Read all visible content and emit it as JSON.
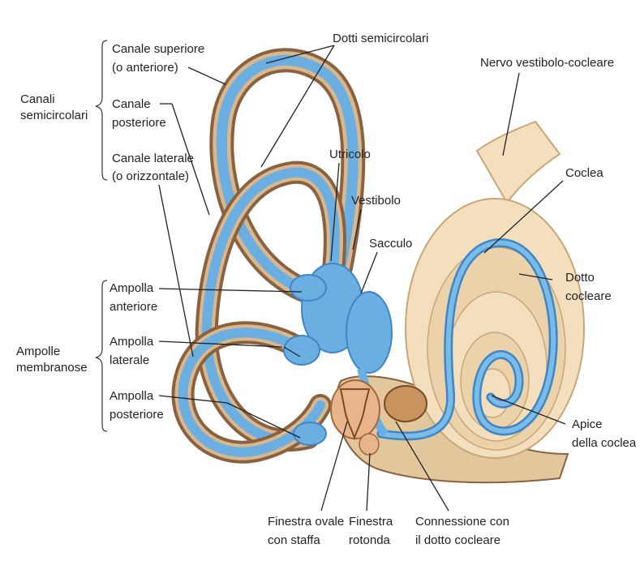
{
  "colors": {
    "background": "#ffffff",
    "membrane_blue": "#6aaee2",
    "membrane_blue_dark": "#3f86c4",
    "bony_brown": "#8a6240",
    "bony_tan": "#d9b88f",
    "cochlea_cream": "#f3dfbd",
    "cochlea_shade": "#e3c79c",
    "window_peach": "#e9b48a",
    "text": "#222222"
  },
  "groups": {
    "canali": [
      "Canali",
      "semicircolari"
    ],
    "ampolle": [
      "Ampolle",
      "membranose"
    ]
  },
  "labels": {
    "canale_superiore": [
      "Canale superiore",
      "(o anteriore)"
    ],
    "canale_posteriore": [
      "Canale",
      "posteriore"
    ],
    "canale_laterale": [
      "Canale laterale",
      "(o orizzontale)"
    ],
    "dotti_semicircolari": [
      "Dotti semicircolari"
    ],
    "nervo": [
      "Nervo vestibolo-cocleare"
    ],
    "utricolo": [
      "Utricolo"
    ],
    "vestibolo": [
      "Vestibolo"
    ],
    "sacculo": [
      "Sacculo"
    ],
    "coclea": [
      "Coclea"
    ],
    "dotto_cocleare": [
      "Dotto",
      "cocleare"
    ],
    "ampolla_anteriore": [
      "Ampolla",
      "anteriore"
    ],
    "ampolla_laterale": [
      "Ampolla",
      "laterale"
    ],
    "ampolla_posteriore": [
      "Ampolla",
      "posteriore"
    ],
    "apice": [
      "Apice",
      "della coclea"
    ],
    "finestra_ovale": [
      "Finestra ovale",
      "con staffa"
    ],
    "finestra_rotonda": [
      "Finestra",
      "rotonda"
    ],
    "connessione": [
      "Connessione con",
      "il dotto cocleare"
    ]
  }
}
